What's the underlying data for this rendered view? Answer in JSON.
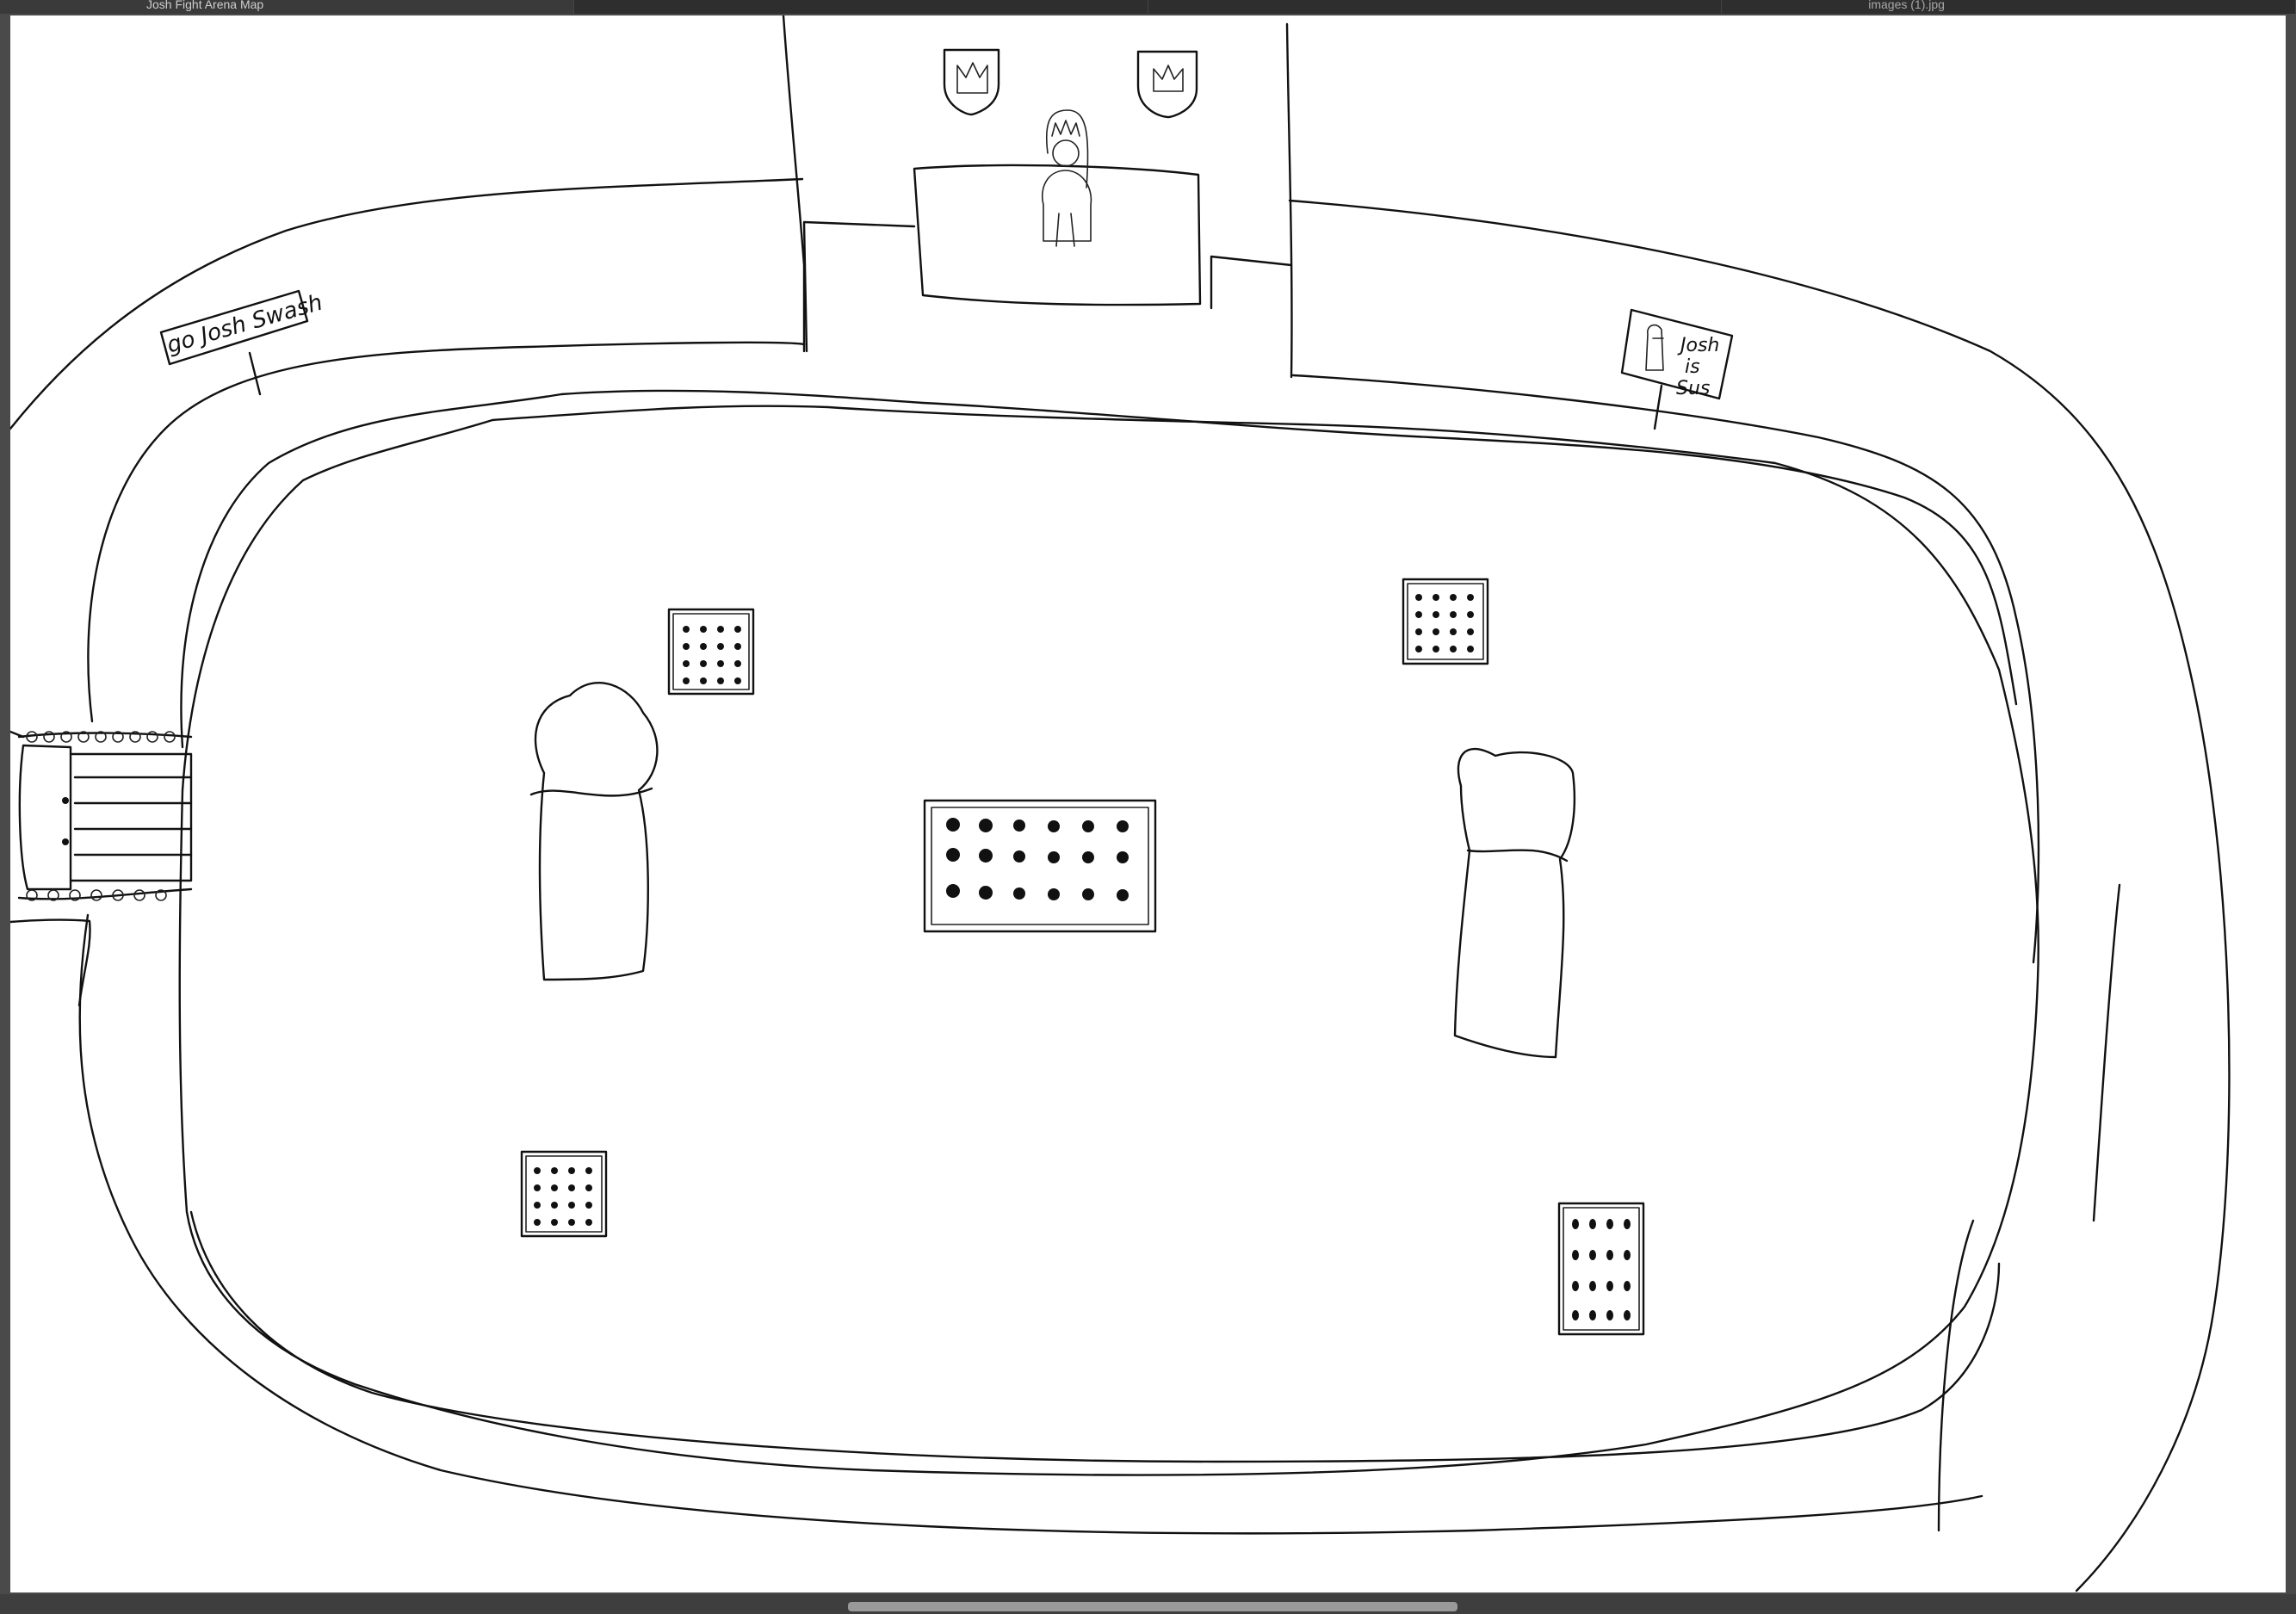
{
  "tabs": [
    {
      "label": "Josh Fight Arena Map",
      "active": true
    },
    {
      "label": "",
      "active": false
    },
    {
      "label": "",
      "active": false
    },
    {
      "label": "images (1).jpg",
      "active": false
    }
  ],
  "signs": {
    "left": "go Josh Swash",
    "right_line1": "Josh",
    "right_line2": "is",
    "right_line3": "Sus"
  },
  "colors": {
    "background": "#4a4a4a",
    "canvas": "#ffffff",
    "ink": "#111111"
  },
  "icons": {
    "banner_left": "crown-banner-icon",
    "banner_right": "crown-banner-icon",
    "crewmate": "crewmate-icon"
  }
}
